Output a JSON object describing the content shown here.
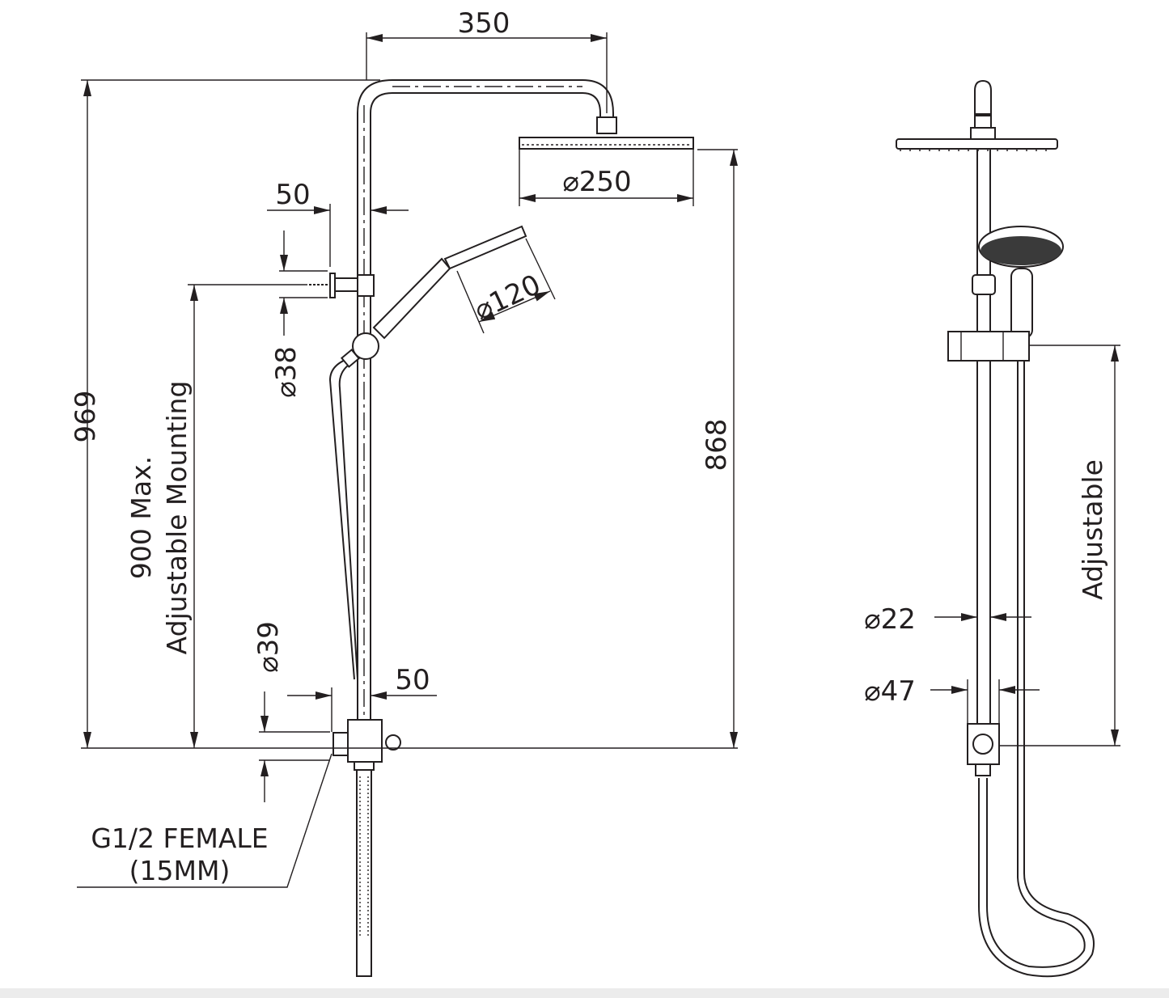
{
  "front_view": {
    "dims": {
      "arm_projection": "350",
      "overall_height": "969",
      "mounting_line1": "900 Max.",
      "mounting_line2": "Adjustable Mounting",
      "head_height": "868",
      "overhead_diameter": "⌀250",
      "top_offset": "50",
      "bracket_diameter": "⌀38",
      "hand_diameter": "⌀120",
      "bottom_offset": "50",
      "inlet_diameter": "⌀39"
    },
    "inlet_label": {
      "line1": "G1/2 FEMALE",
      "line2": "(15MM)"
    }
  },
  "side_view": {
    "dims": {
      "adjustable": "Adjustable",
      "rail_diameter": "⌀22",
      "inlet_diameter": "⌀47"
    }
  }
}
